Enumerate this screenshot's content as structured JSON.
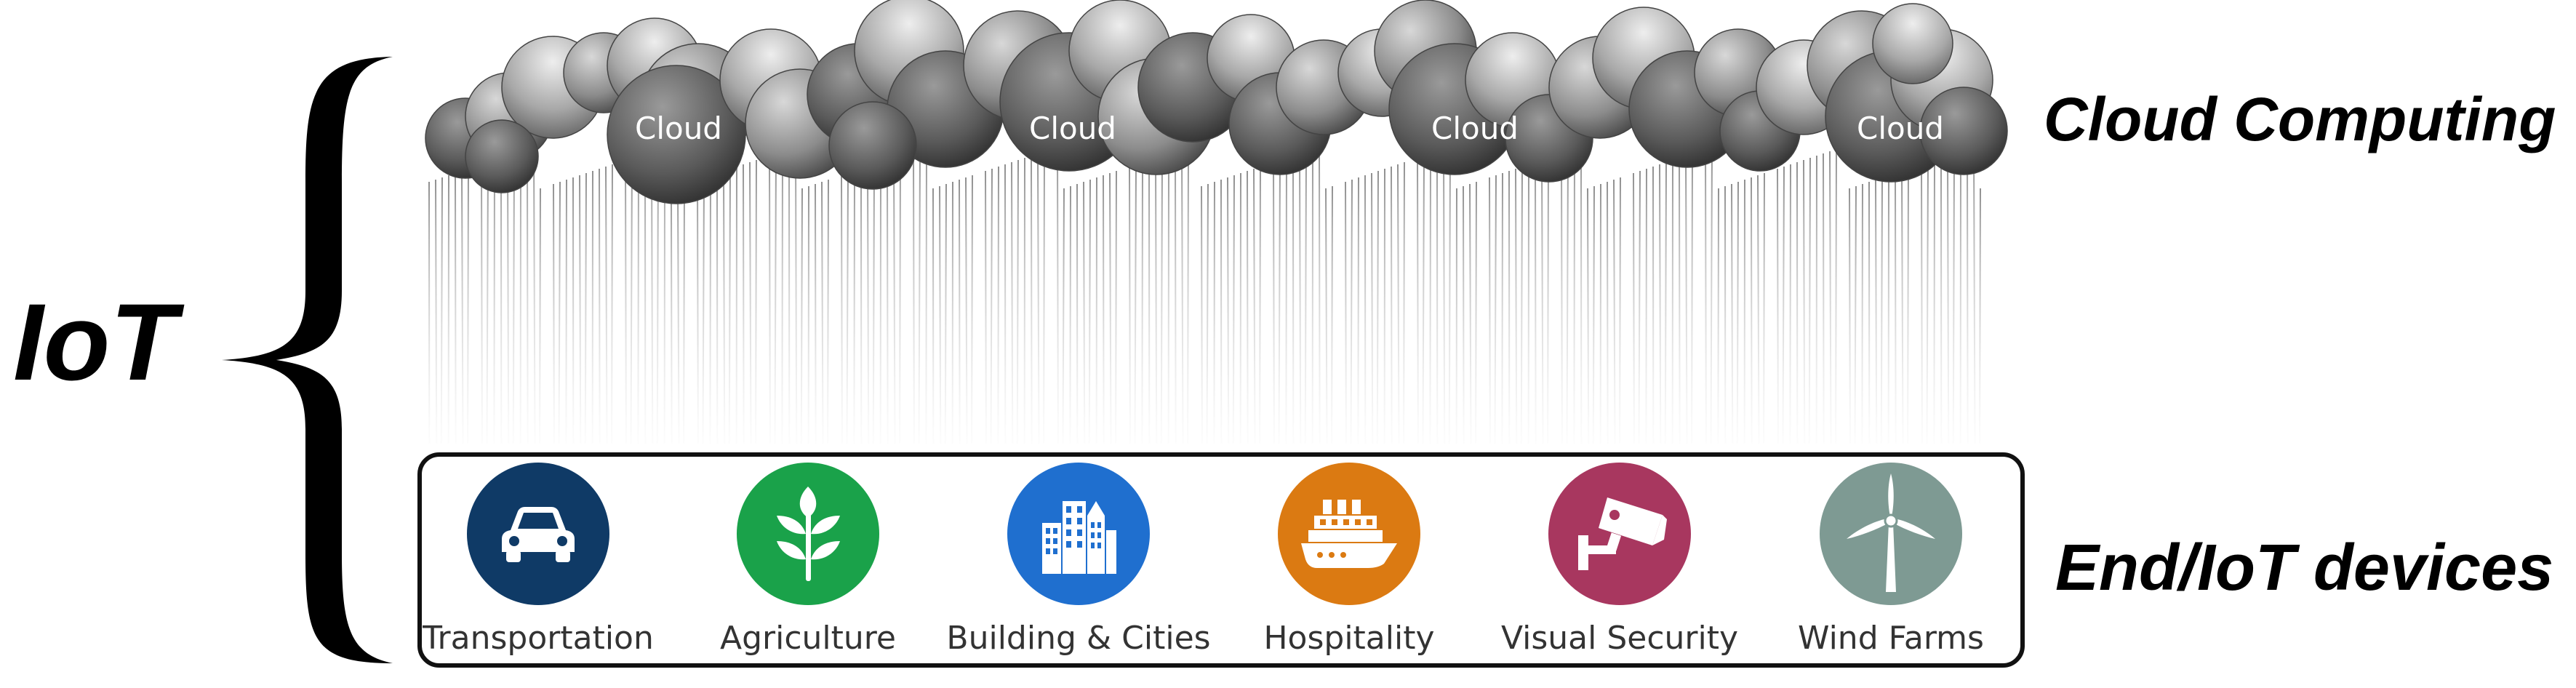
{
  "iot_label": "IoT",
  "layers": {
    "cloud_title": "Cloud Computing",
    "end_title": "End/IoT devices"
  },
  "clouds": [
    {
      "label": "Cloud"
    },
    {
      "label": "Cloud"
    },
    {
      "label": "Cloud"
    },
    {
      "label": "Cloud"
    }
  ],
  "devices": [
    {
      "label": "Transportation",
      "icon": "car-icon",
      "color": "#0f3a66"
    },
    {
      "label": "Agriculture",
      "icon": "plant-icon",
      "color": "#1aa24a"
    },
    {
      "label": "Building & Cities",
      "icon": "buildings-icon",
      "color": "#1f6fcf"
    },
    {
      "label": "Hospitality",
      "icon": "ship-icon",
      "color": "#db7a12"
    },
    {
      "label": "Visual Security",
      "icon": "camera-icon",
      "color": "#a8375f"
    },
    {
      "label": "Wind Farms",
      "icon": "wind-turbine-icon",
      "color": "#7e9a93"
    }
  ]
}
